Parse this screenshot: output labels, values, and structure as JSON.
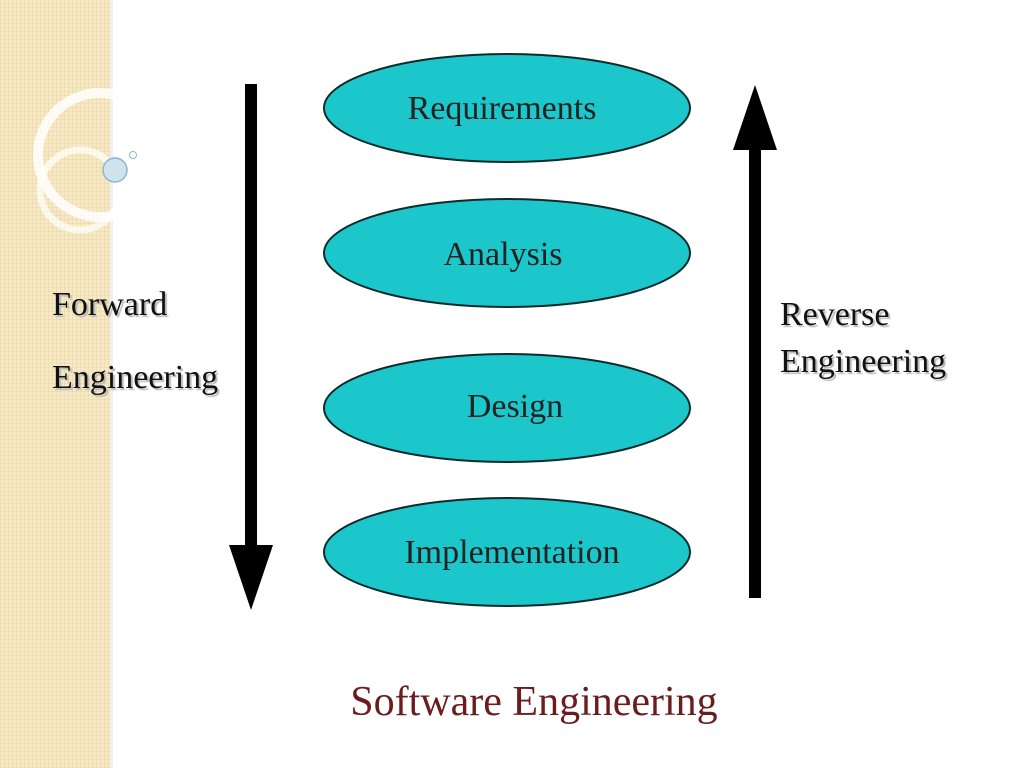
{
  "stages": [
    {
      "label": "Requirements"
    },
    {
      "label": "Analysis"
    },
    {
      "label": "Design"
    },
    {
      "label": "Implementation"
    }
  ],
  "left_label": {
    "line1": "Forward",
    "line2": "Engineering"
  },
  "right_label": {
    "line1": "Reverse",
    "line2": "Engineering"
  },
  "caption": "Software Engineering",
  "colors": {
    "ellipse_fill": "#1cc7cc",
    "ellipse_stroke": "#0d2b2b",
    "arrow": "#000000",
    "caption": "#6b1d1d",
    "side_band": "#f7e9c4"
  }
}
